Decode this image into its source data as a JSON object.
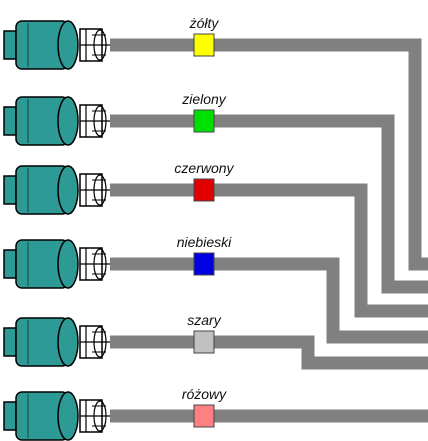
{
  "diagram": {
    "wire_color": "#808080",
    "motor_body_color": "#2e9a96",
    "motor_shadow_color": "#1f6f6c",
    "channels": [
      {
        "label": "żółty",
        "color": "#ffff00"
      },
      {
        "label": "zielony",
        "color": "#00e000"
      },
      {
        "label": "czerwony",
        "color": "#e00000"
      },
      {
        "label": "niebieski",
        "color": "#0000e0"
      },
      {
        "label": "szary",
        "color": "#c0c0c0"
      },
      {
        "label": "różowy",
        "color": "#ff8080"
      }
    ]
  }
}
